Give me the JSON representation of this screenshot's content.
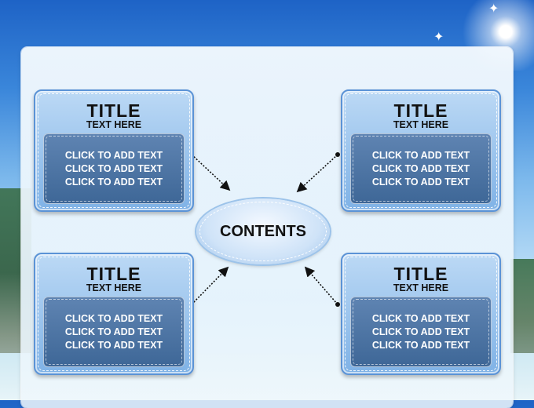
{
  "center": {
    "label": "CONTENTS"
  },
  "cards": [
    {
      "title": "TITLE",
      "subtitle": "TEXT HERE",
      "lines": [
        "CLICK TO ADD TEXT",
        "CLICK TO ADD TEXT",
        "CLICK TO ADD TEXT"
      ]
    },
    {
      "title": "TITLE",
      "subtitle": "TEXT HERE",
      "lines": [
        "CLICK TO ADD TEXT",
        "CLICK TO ADD TEXT",
        "CLICK TO ADD TEXT"
      ]
    },
    {
      "title": "TITLE",
      "subtitle": "TEXT HERE",
      "lines": [
        "CLICK TO ADD TEXT",
        "CLICK TO ADD TEXT",
        "CLICK TO ADD TEXT"
      ]
    },
    {
      "title": "TITLE",
      "subtitle": "TEXT HERE",
      "lines": [
        "CLICK TO ADD TEXT",
        "CLICK TO ADD TEXT",
        "CLICK TO ADD TEXT"
      ]
    }
  ],
  "colors": {
    "card_border": "#5b93d6",
    "card_body": "#4a72a3",
    "connector": "#111111"
  }
}
